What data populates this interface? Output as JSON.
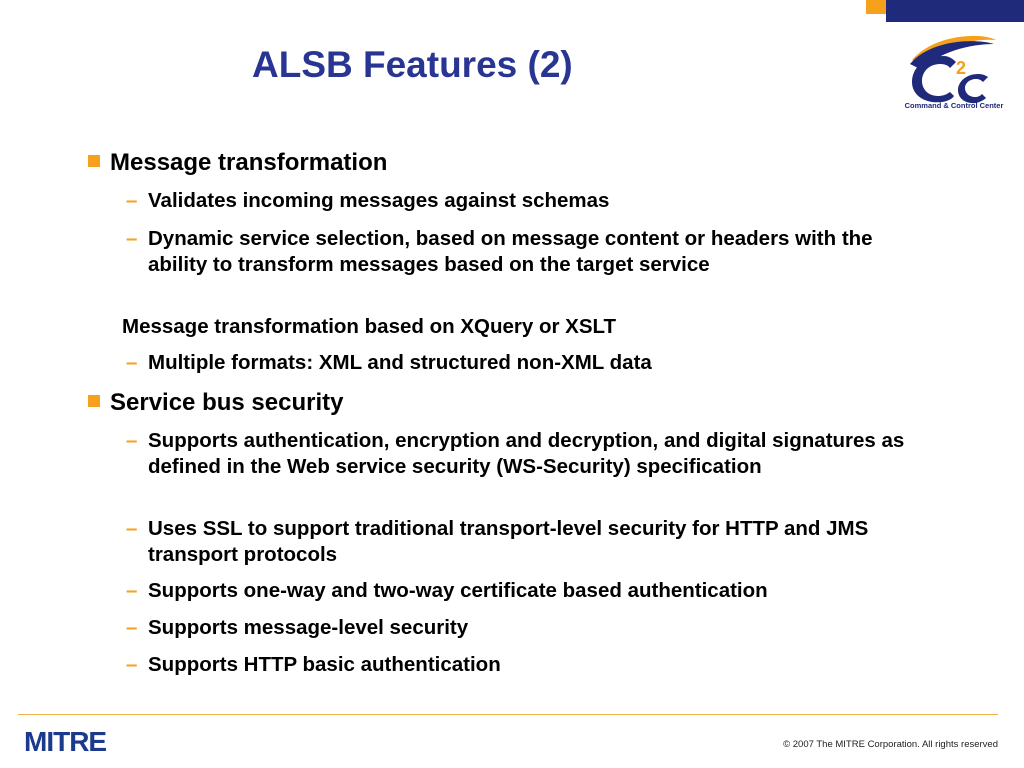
{
  "slide": {
    "title": "ALSB Features (2)"
  },
  "logo": {
    "mark": "C2C",
    "caption": "Command & Control Center"
  },
  "sections": [
    {
      "heading": "Message transformation",
      "items": [
        "Validates incoming messages against schemas",
        "Dynamic service selection, based on message content or headers with the ability to transform messages based on the target service",
        "Message transformation based on XQuery or XSLT",
        "Multiple formats: XML and structured non-XML data"
      ]
    },
    {
      "heading": "Service bus security",
      "items": [
        "Supports authentication, encryption and decryption, and digital signatures as defined in the Web service security (WS-Security) specification",
        "Uses SSL to support traditional transport-level security for HTTP and JMS transport protocols",
        "Supports one-way and two-way certificate based authentication",
        "Supports message-level security",
        "Supports HTTP basic authentication"
      ]
    }
  ],
  "footer": {
    "org_logo": "MITRE",
    "copyright": "© 2007 The MITRE Corporation. All rights reserved"
  },
  "colors": {
    "title": "#283593",
    "accent_orange": "#f5a11c",
    "navy": "#1f2a7a"
  }
}
